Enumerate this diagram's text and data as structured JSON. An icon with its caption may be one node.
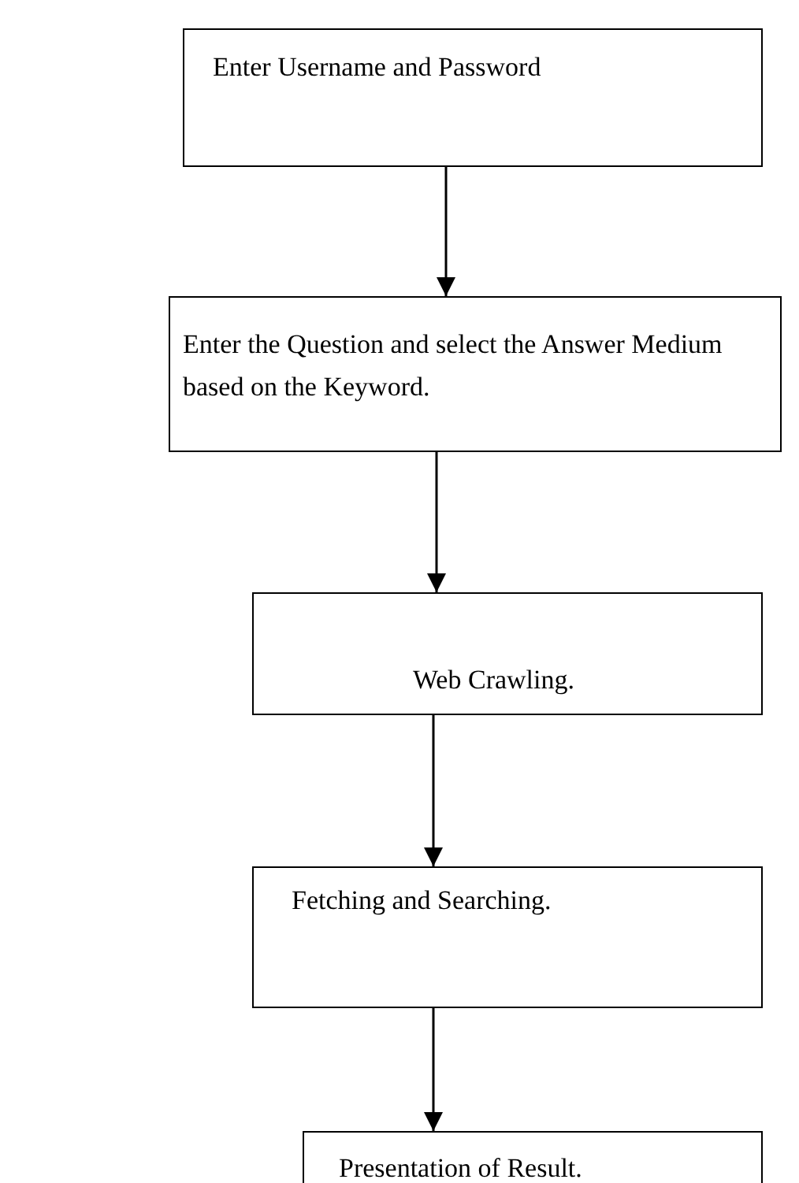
{
  "diagram": {
    "nodes": [
      {
        "text": [
          "Enter Username and Password"
        ]
      },
      {
        "text": [
          "Enter the Question and select the Answer Medium based on the Keyword."
        ]
      },
      {
        "text": [
          "Web Crawling."
        ]
      },
      {
        "text": [
          "Fetching and Searching."
        ]
      },
      {
        "text": [
          "Presentation of Result."
        ]
      }
    ],
    "edges": [
      {
        "from": 0,
        "to": 1,
        "arrow": "to"
      },
      {
        "from": 1,
        "to": 2,
        "arrow": "to"
      },
      {
        "from": 2,
        "to": 3,
        "arrow": "to"
      },
      {
        "from": 3,
        "to": 4,
        "arrow": "to"
      }
    ]
  }
}
